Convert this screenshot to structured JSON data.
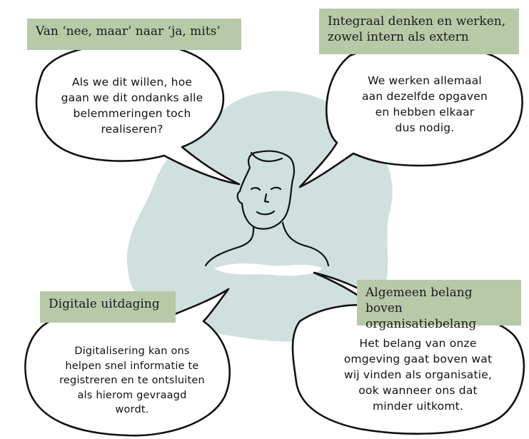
{
  "bubbles": {
    "top_left": {
      "label": "Van ‘nee, maar’ naar ‘ja, mits’",
      "lines": [
        "Als we dit willen, hoe",
        "gaan we dit ondanks alle",
        "belemmeringen toch",
        "realiseren?"
      ]
    },
    "top_right": {
      "label_lines": [
        "Integraal denken en werken,",
        "zowel intern als extern"
      ],
      "lines": [
        "We werken allemaal",
        "aan dezelfde opgaven",
        "en hebben elkaar",
        "dus nodig."
      ]
    },
    "bottom_left": {
      "label": "Digitale uitdaging",
      "lines": [
        "Digitalisering kan ons",
        "helpen snel informatie te",
        "registreren en te ontsluiten",
        "als hierom gevraagd",
        "wordt."
      ]
    },
    "bottom_right": {
      "label_lines": [
        "Algemeen belang boven",
        "organisatiebelang"
      ],
      "lines": [
        "Het belang van onze",
        "omgeving gaat boven wat",
        "wij vinden als organisatie,",
        "ook wanneer ons dat",
        "minder uitkomt."
      ]
    }
  },
  "colors": {
    "label_fill": "#b7c9a7",
    "blob_fill": "#cfe0df",
    "outline": "#111111"
  }
}
